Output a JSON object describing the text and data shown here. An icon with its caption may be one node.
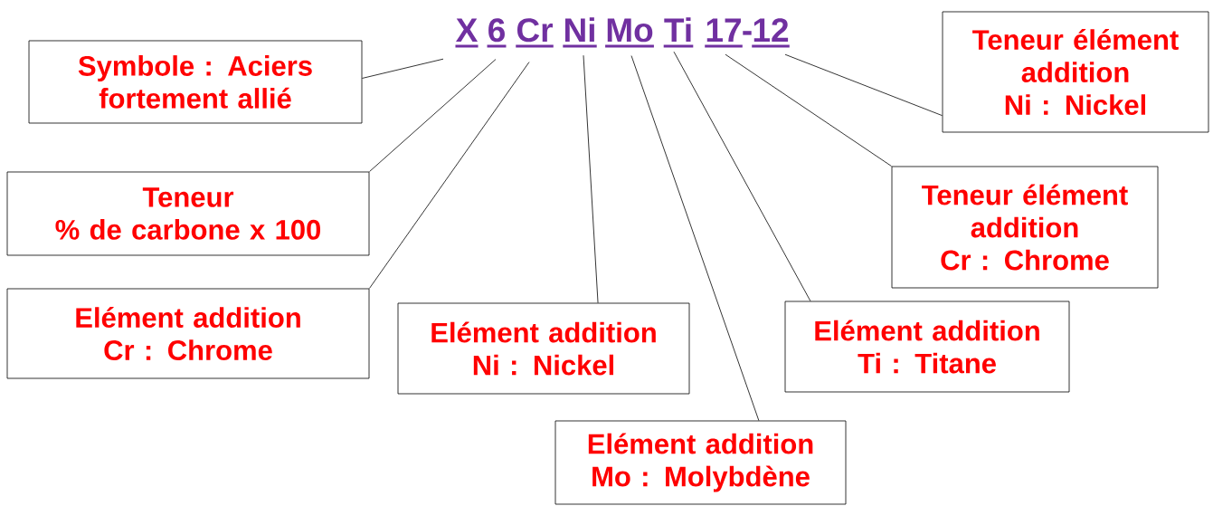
{
  "diagram": {
    "nodes": [
      {
        "text": [
          "X"
        ]
      },
      {
        "text": [
          "6"
        ]
      },
      {
        "text": [
          "Cr"
        ]
      },
      {
        "text": [
          "Ni"
        ]
      },
      {
        "text": [
          "Mo"
        ]
      },
      {
        "text": [
          "Ti"
        ]
      },
      {
        "text": [
          "17"
        ]
      },
      {
        "text": [
          "12"
        ]
      },
      {
        "text": [
          "Symbole : Aciers fortement allié"
        ]
      },
      {
        "text": [
          "Teneur",
          "% de carbone x 100"
        ]
      },
      {
        "text": [
          "Elément addition",
          "Cr : Chrome"
        ]
      },
      {
        "text": [
          "Elément addition",
          "Ni : Nickel"
        ]
      },
      {
        "text": [
          "Elément addition",
          "Mo : Molybdène"
        ]
      },
      {
        "text": [
          "Elément addition",
          "Ti : Titane"
        ]
      },
      {
        "text": [
          "Teneur élément addition",
          "Cr : Chrome"
        ]
      },
      {
        "text": [
          "Teneur élément addition",
          "Ni : Nickel"
        ]
      }
    ],
    "edges": [
      {
        "from": 0,
        "to": 8,
        "arrow": "none"
      },
      {
        "from": 1,
        "to": 9,
        "arrow": "none"
      },
      {
        "from": 2,
        "to": 10,
        "arrow": "none"
      },
      {
        "from": 3,
        "to": 11,
        "arrow": "none"
      },
      {
        "from": 4,
        "to": 12,
        "arrow": "none"
      },
      {
        "from": 5,
        "to": 13,
        "arrow": "none"
      },
      {
        "from": 6,
        "to": 14,
        "arrow": "none"
      },
      {
        "from": 7,
        "to": 15,
        "arrow": "none"
      }
    ],
    "labels": [
      "-"
    ]
  }
}
